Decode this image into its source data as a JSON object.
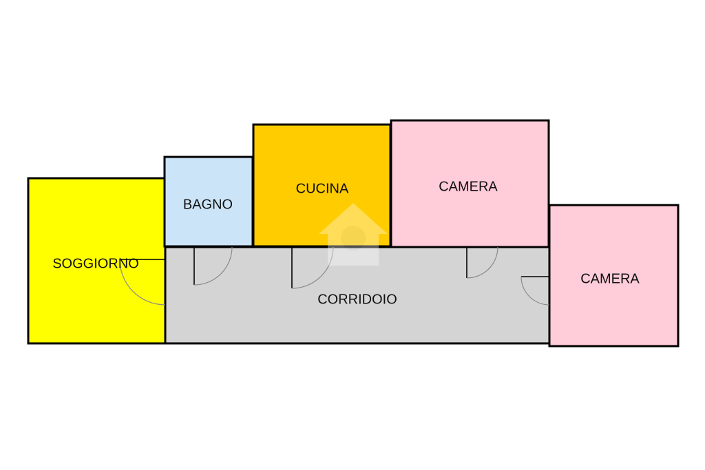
{
  "plan": {
    "rooms": [
      {
        "key": "soggiorno",
        "label": "SOGGIORNO",
        "color": "#FFFF00"
      },
      {
        "key": "bagno",
        "label": "BAGNO",
        "color": "#CCE4F7"
      },
      {
        "key": "cucina",
        "label": "CUCINA",
        "color": "#FFCC00"
      },
      {
        "key": "camera_1",
        "label": "CAMERA",
        "color": "#FFCCD9"
      },
      {
        "key": "camera_2",
        "label": "CAMERA",
        "color": "#FFCCD9"
      },
      {
        "key": "corridoio",
        "label": "CORRIDOIO",
        "color": "#D4D4D4"
      }
    ],
    "wall_color": "#000000",
    "watermark_color": "#FFFFFF"
  }
}
